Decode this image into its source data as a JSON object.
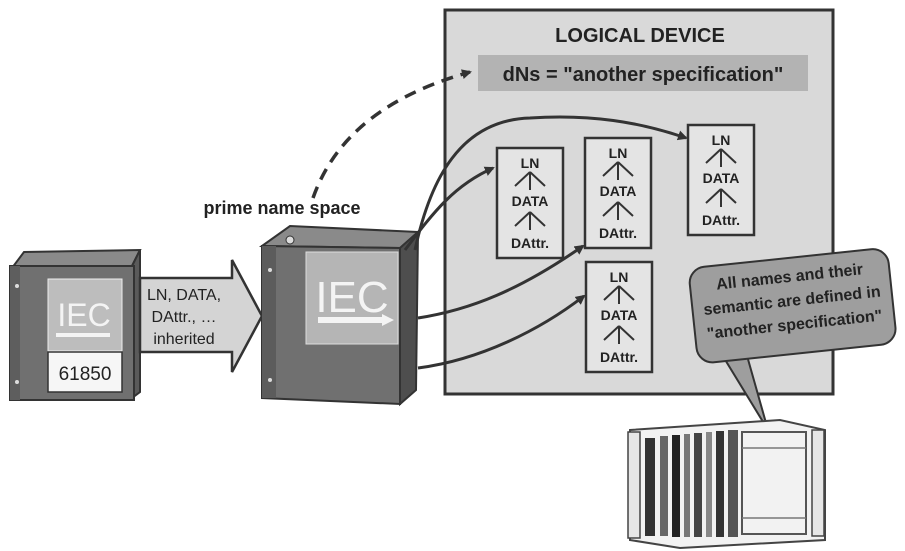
{
  "logical_device": {
    "title": "LOGICAL DEVICE",
    "dns_label": "dNs = \"another specification\""
  },
  "prime_name_space_label": "prime name space",
  "small_binder": {
    "logo": "IEC",
    "number": "61850"
  },
  "big_binder": {
    "logo": "IEC"
  },
  "inherit_arrow": {
    "line1": "LN, DATA,",
    "line2": "DAttr., …",
    "line3": "inherited"
  },
  "ln_box": {
    "ln": "LN",
    "data": "DATA",
    "dattr": "DAttr."
  },
  "callout": {
    "line1": "All names and their",
    "line2": "semantic are defined in",
    "line3": "\"another specification\""
  },
  "colors": {
    "panel": "#d8d8d8",
    "arrow": "#333333",
    "binder": "#6e6e6e"
  }
}
